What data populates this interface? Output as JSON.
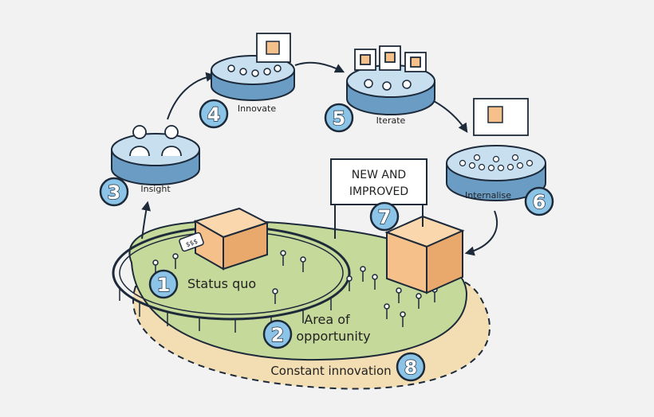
{
  "stages": {
    "status_quo": {
      "number": "1",
      "label": "Status quo"
    },
    "area": {
      "number": "2",
      "label_line1": "Area of",
      "label_line2": "opportunity"
    },
    "insight": {
      "number": "3",
      "label": "Insight"
    },
    "innovate": {
      "number": "4",
      "label": "Innovate"
    },
    "iterate": {
      "number": "5",
      "label": "Iterate"
    },
    "internalise": {
      "number": "6",
      "label": "Internalise"
    },
    "new_improved": {
      "number": "7",
      "sign_line1": "NEW AND",
      "sign_line2": "IMPROVED"
    },
    "constant": {
      "number": "8",
      "label": "Constant innovation"
    }
  },
  "price_tag_text": "$$$",
  "colors": {
    "background": "#f2f2f2",
    "green_field": "#c5d99a",
    "sand_field": "#f3ddb3",
    "platform": "#c8dff0",
    "platform_dark": "#6a9cc4",
    "box": "#f5c08a",
    "number_badge": "#8cc4e8",
    "outline": "#1d2a3a"
  }
}
